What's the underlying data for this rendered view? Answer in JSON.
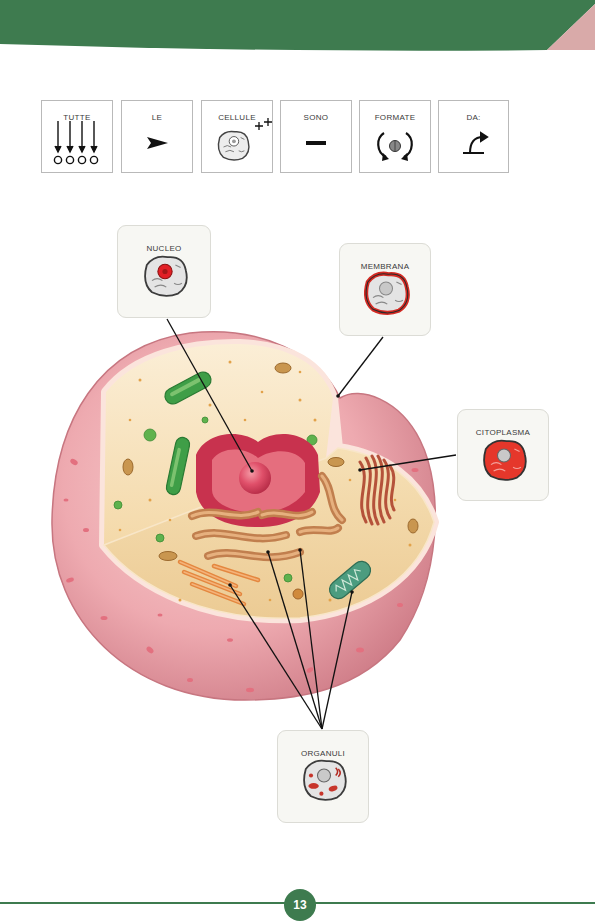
{
  "diagram": {
    "nodes": [
      {
        "text": [
          "TUTTE"
        ]
      },
      {
        "text": [
          "LE"
        ]
      },
      {
        "text": [
          "CELLULE"
        ]
      },
      {
        "text": [
          "SONO"
        ]
      },
      {
        "text": [
          "FORMATE"
        ]
      },
      {
        "text": [
          "DA:"
        ]
      },
      {
        "text": [
          "NUCLEO"
        ]
      },
      {
        "text": [
          "MEMBRANA"
        ]
      },
      {
        "text": [
          "CITOPLASMA"
        ]
      },
      {
        "text": [
          "ORGANULI"
        ]
      }
    ],
    "labels": [
      "13"
    ]
  }
}
